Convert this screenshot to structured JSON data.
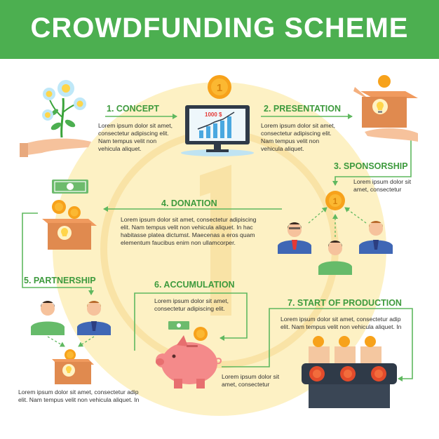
{
  "title": "CROWDFUNDING SCHEME",
  "colors": {
    "banner": "#4caf50",
    "heading": "#3d9a3d",
    "arrow": "#5fb85f",
    "coin": "#f7a21b",
    "box": "#e08a4f",
    "circle": "#fdf1c4"
  },
  "steps": [
    {
      "heading": "1. CONCEPT",
      "lines": [
        "Lorem ipsum dolor sit amet,",
        "consectetur adipiscing elit.",
        "Nam tempus velit non",
        "vehicula aliquet."
      ]
    },
    {
      "heading": "2. PRESENTATION",
      "lines": [
        "Lorem ipsum dolor sit amet,",
        "consectetur adipiscing elit.",
        "Nam tempus velit non",
        "vehicula aliquet."
      ]
    },
    {
      "heading": "3. SPONSORSHIP",
      "lines": [
        "Lorem ipsum dolor sit",
        "amet, consectetur"
      ]
    },
    {
      "heading": "4. DONATION",
      "lines": [
        "Lorem ipsum dolor sit amet, consectetur adipiscing",
        "elit. Nam tempus velit non vehicula aliquet. In hac",
        "habitasse platea dictumst. Maecenas a eros quam",
        "elementum faucibus enim non ullamcorper."
      ]
    },
    {
      "heading": "5. PARTNERSHIP",
      "lines": [
        "Lorem ipsum dolor sit amet, consectetur adip",
        "elit. Nam tempus velit non vehicula aliquet. In"
      ]
    },
    {
      "heading": "6. ACCUMULATION",
      "lines": [
        "Lorem ipsum dolor sit amet,",
        "consectetur adipiscing elit."
      ]
    },
    {
      "heading": "7. START OF PRODUCTION",
      "lines": [
        "Lorem ipsum dolor sit amet, consectetur adip",
        "elit. Nam tempus velit non vehicula aliquet. In"
      ]
    }
  ],
  "accumulation_note": [
    "Lorem ipsum dolor sit",
    "amet, consectetur"
  ],
  "monitor_label": "1000 $",
  "coin_label": "1",
  "icons": [
    "idea-plant-icon",
    "hand-icon",
    "coin-icon",
    "monitor-chart-icon",
    "idea-box-icon",
    "banknote-icon",
    "person-icon",
    "piggy-bank-icon",
    "conveyor-icon",
    "lightbulb-icon"
  ]
}
